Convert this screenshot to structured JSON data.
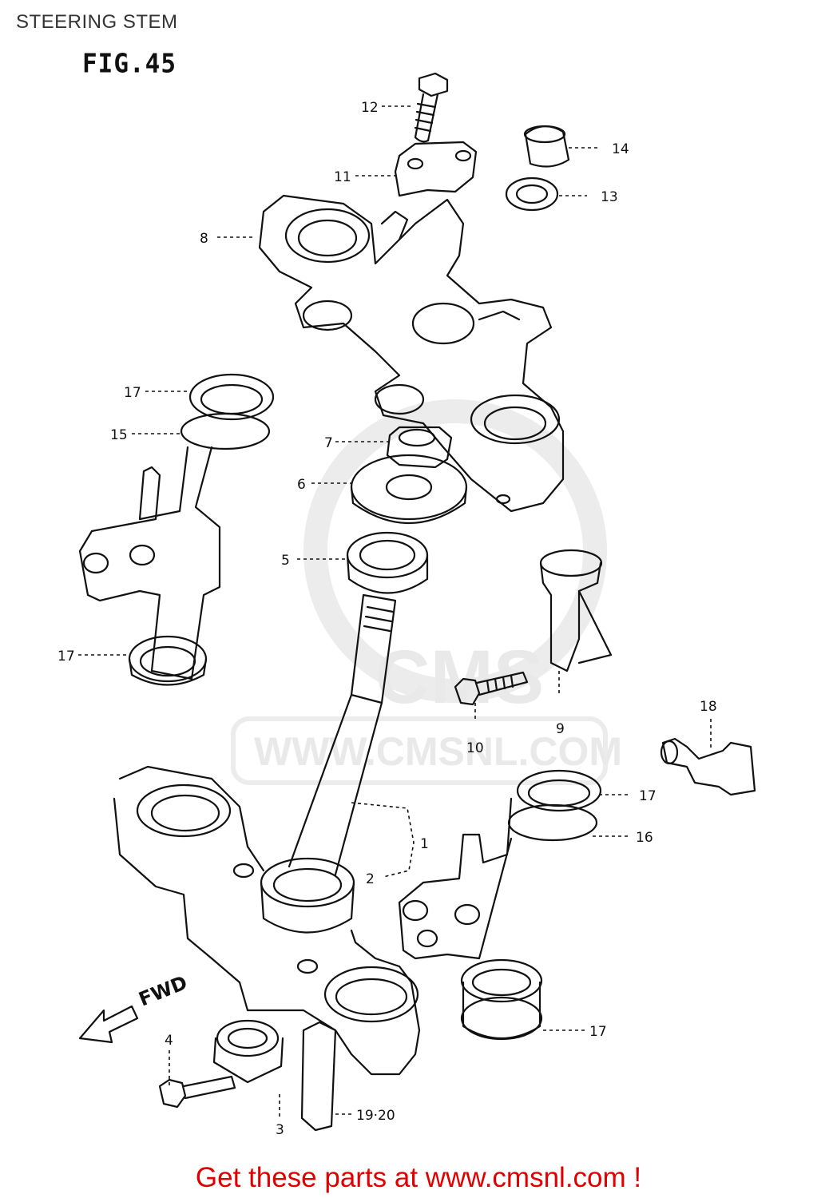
{
  "page": {
    "title": "STEERING STEM",
    "figure": "FIG.45",
    "footer": "Get these parts at www.cmsnl.com !"
  },
  "watermark": {
    "big": "CMS",
    "url": "WWW.CMSNL.COM"
  },
  "direction_label": "FWD",
  "callouts": [
    {
      "id": "c12",
      "text": "12"
    },
    {
      "id": "c11",
      "text": "11"
    },
    {
      "id": "c14",
      "text": "14"
    },
    {
      "id": "c13",
      "text": "13"
    },
    {
      "id": "c8",
      "text": "8"
    },
    {
      "id": "c17a",
      "text": "17"
    },
    {
      "id": "c15",
      "text": "15"
    },
    {
      "id": "c7",
      "text": "7"
    },
    {
      "id": "c6",
      "text": "6"
    },
    {
      "id": "c5",
      "text": "5"
    },
    {
      "id": "c17b",
      "text": "17"
    },
    {
      "id": "c9",
      "text": "9"
    },
    {
      "id": "c10",
      "text": "10"
    },
    {
      "id": "c18",
      "text": "18"
    },
    {
      "id": "c17c",
      "text": "17"
    },
    {
      "id": "c16",
      "text": "16"
    },
    {
      "id": "c1",
      "text": "1"
    },
    {
      "id": "c2",
      "text": "2"
    },
    {
      "id": "c17d",
      "text": "17"
    },
    {
      "id": "c4",
      "text": "4"
    },
    {
      "id": "c3",
      "text": "3"
    },
    {
      "id": "c1920",
      "text": "19·20"
    }
  ]
}
